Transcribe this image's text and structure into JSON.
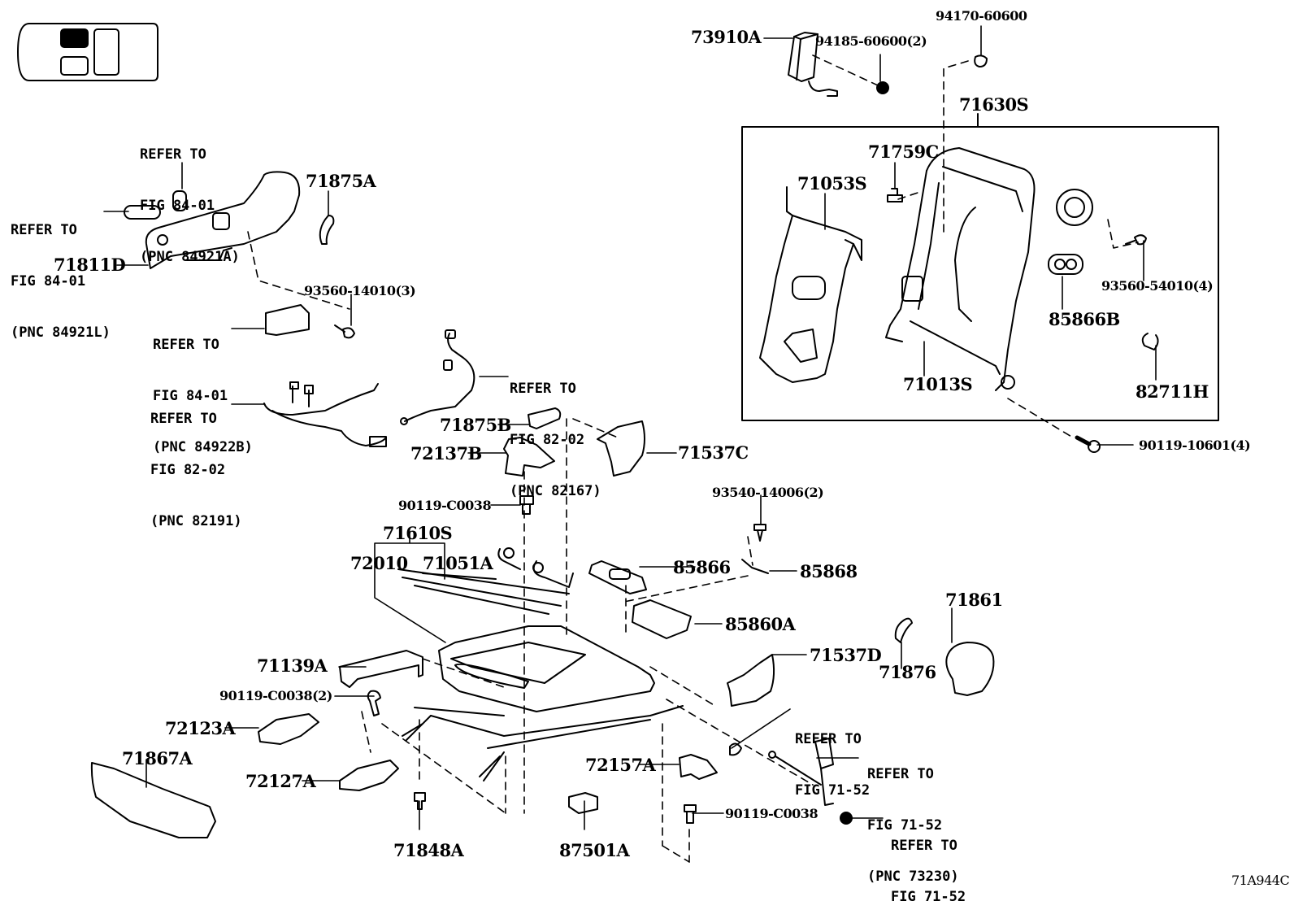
{
  "figure_id": "71A944C",
  "locator": {
    "name": "vehicle seat locator",
    "highlighted_seat": "front-left"
  },
  "box_group": {
    "label": "71630S"
  },
  "parts": [
    {
      "id": "p-73910A",
      "label": "73910A"
    },
    {
      "id": "p-94185",
      "label": "94185-60600(2)"
    },
    {
      "id": "p-94170",
      "label": "94170-60600"
    },
    {
      "id": "p-71630S",
      "label": "71630S"
    },
    {
      "id": "p-71759C",
      "label": "71759C"
    },
    {
      "id": "p-71053S",
      "label": "71053S"
    },
    {
      "id": "p-93560-54010",
      "label": "93560-54010(4)"
    },
    {
      "id": "p-85866B",
      "label": "85866B"
    },
    {
      "id": "p-71013S",
      "label": "71013S"
    },
    {
      "id": "p-82711H",
      "label": "82711H"
    },
    {
      "id": "p-90119-10601",
      "label": "90119-10601(4)"
    },
    {
      "id": "p-71875A",
      "label": "71875A"
    },
    {
      "id": "p-71811D",
      "label": "71811D"
    },
    {
      "id": "p-93560-14010",
      "label": "93560-14010(3)"
    },
    {
      "id": "p-71875B",
      "label": "71875B"
    },
    {
      "id": "p-72137B",
      "label": "72137B"
    },
    {
      "id": "p-71537C",
      "label": "71537C"
    },
    {
      "id": "p-90119-C0038-a",
      "label": "90119-C0038"
    },
    {
      "id": "p-93540",
      "label": "93540-14006(2)"
    },
    {
      "id": "p-71610S",
      "label": "71610S"
    },
    {
      "id": "p-72010",
      "label": "72010"
    },
    {
      "id": "p-71051A",
      "label": "71051A"
    },
    {
      "id": "p-85866",
      "label": "85866"
    },
    {
      "id": "p-85868",
      "label": "85868"
    },
    {
      "id": "p-85860A",
      "label": "85860A"
    },
    {
      "id": "p-71861",
      "label": "71861"
    },
    {
      "id": "p-71876",
      "label": "71876"
    },
    {
      "id": "p-71537D",
      "label": "71537D"
    },
    {
      "id": "p-71139A",
      "label": "71139A"
    },
    {
      "id": "p-90119-C0038-2",
      "label": "90119-C0038(2)"
    },
    {
      "id": "p-72123A",
      "label": "72123A"
    },
    {
      "id": "p-71867A",
      "label": "71867A"
    },
    {
      "id": "p-72127A",
      "label": "72127A"
    },
    {
      "id": "p-72157A",
      "label": "72157A"
    },
    {
      "id": "p-90119-C0038-b",
      "label": "90119-C0038"
    },
    {
      "id": "p-71848A",
      "label": "71848A"
    },
    {
      "id": "p-87501A",
      "label": "87501A"
    }
  ],
  "references": [
    {
      "id": "ref-84921A",
      "lines": [
        "REFER TO",
        "FIG 84-01",
        "(PNC 84921A)"
      ]
    },
    {
      "id": "ref-84921L",
      "lines": [
        "REFER TO",
        "FIG 84-01",
        "(PNC 84921L)"
      ]
    },
    {
      "id": "ref-84922B",
      "lines": [
        "REFER TO",
        "FIG 84-01",
        "(PNC 84922B)"
      ]
    },
    {
      "id": "ref-82191",
      "lines": [
        "REFER TO",
        "FIG 82-02",
        "(PNC 82191)"
      ]
    },
    {
      "id": "ref-82167",
      "lines": [
        "REFER TO",
        "FIG 82-02",
        "(PNC 82167)"
      ]
    },
    {
      "id": "ref-71-52-a",
      "lines": [
        "REFER TO",
        "FIG 71-52"
      ]
    },
    {
      "id": "ref-73230",
      "lines": [
        "REFER TO",
        "FIG 71-52",
        "(PNC 73230)"
      ]
    },
    {
      "id": "ref-71-52-b",
      "lines": [
        "REFER TO",
        "FIG 71-52"
      ]
    }
  ]
}
